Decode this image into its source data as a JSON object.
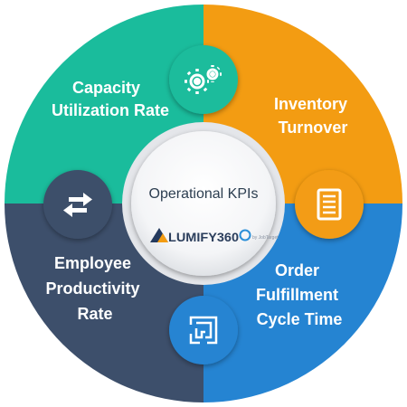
{
  "center": {
    "title": "Operational KPIs",
    "logo": {
      "wordmark": "LUMIFY360",
      "tagline": "by JobTarget",
      "colors": {
        "triangle_dark": "#243a5e",
        "triangle_light": "#f39c12",
        "text": "#2b3e5c",
        "accent": "#2b8fd8"
      }
    }
  },
  "segments": [
    {
      "id": "capacity",
      "label_lines": [
        "Capacity",
        "Utilization Rate"
      ],
      "color": "#1abc9c",
      "icon": "gears-icon"
    },
    {
      "id": "inventory",
      "label_lines": [
        "Inventory",
        "Turnover"
      ],
      "color": "#f39c12",
      "icon": "document-icon"
    },
    {
      "id": "order",
      "label_lines": [
        "Order",
        "Fulfillment",
        "Cycle Time"
      ],
      "color": "#2584d2",
      "icon": "maze-icon"
    },
    {
      "id": "employee",
      "label_lines": [
        "Employee",
        "Productivity",
        "Rate"
      ],
      "color": "#3d4f6b",
      "icon": "swap-arrows-icon"
    }
  ],
  "colors": {
    "center_ring": "#e4e6ea",
    "center_fill": "#ffffff",
    "center_text": "#2c3e50"
  }
}
